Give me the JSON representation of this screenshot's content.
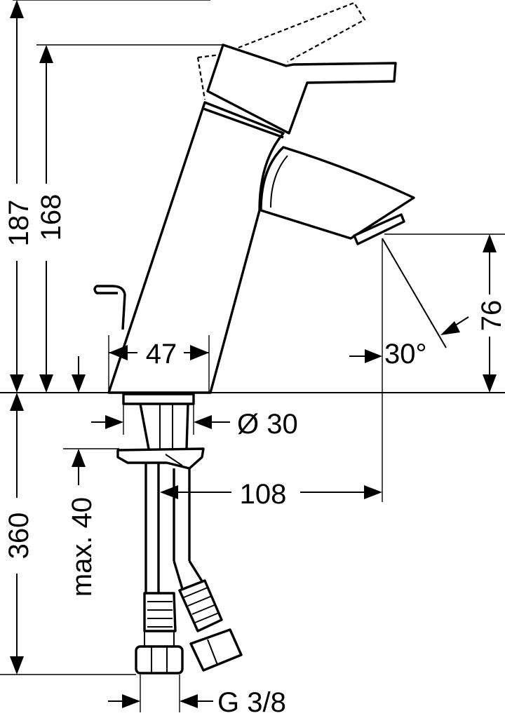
{
  "dimensions": {
    "overall_height": "187",
    "lever_height": "168",
    "base_width": "47",
    "spout_height": "76",
    "spray_angle": "30°",
    "shank_diameter": "Ø 30",
    "spout_reach": "108",
    "max_countertop": "max. 40",
    "hose_length": "360",
    "thread": "G 3/8"
  }
}
